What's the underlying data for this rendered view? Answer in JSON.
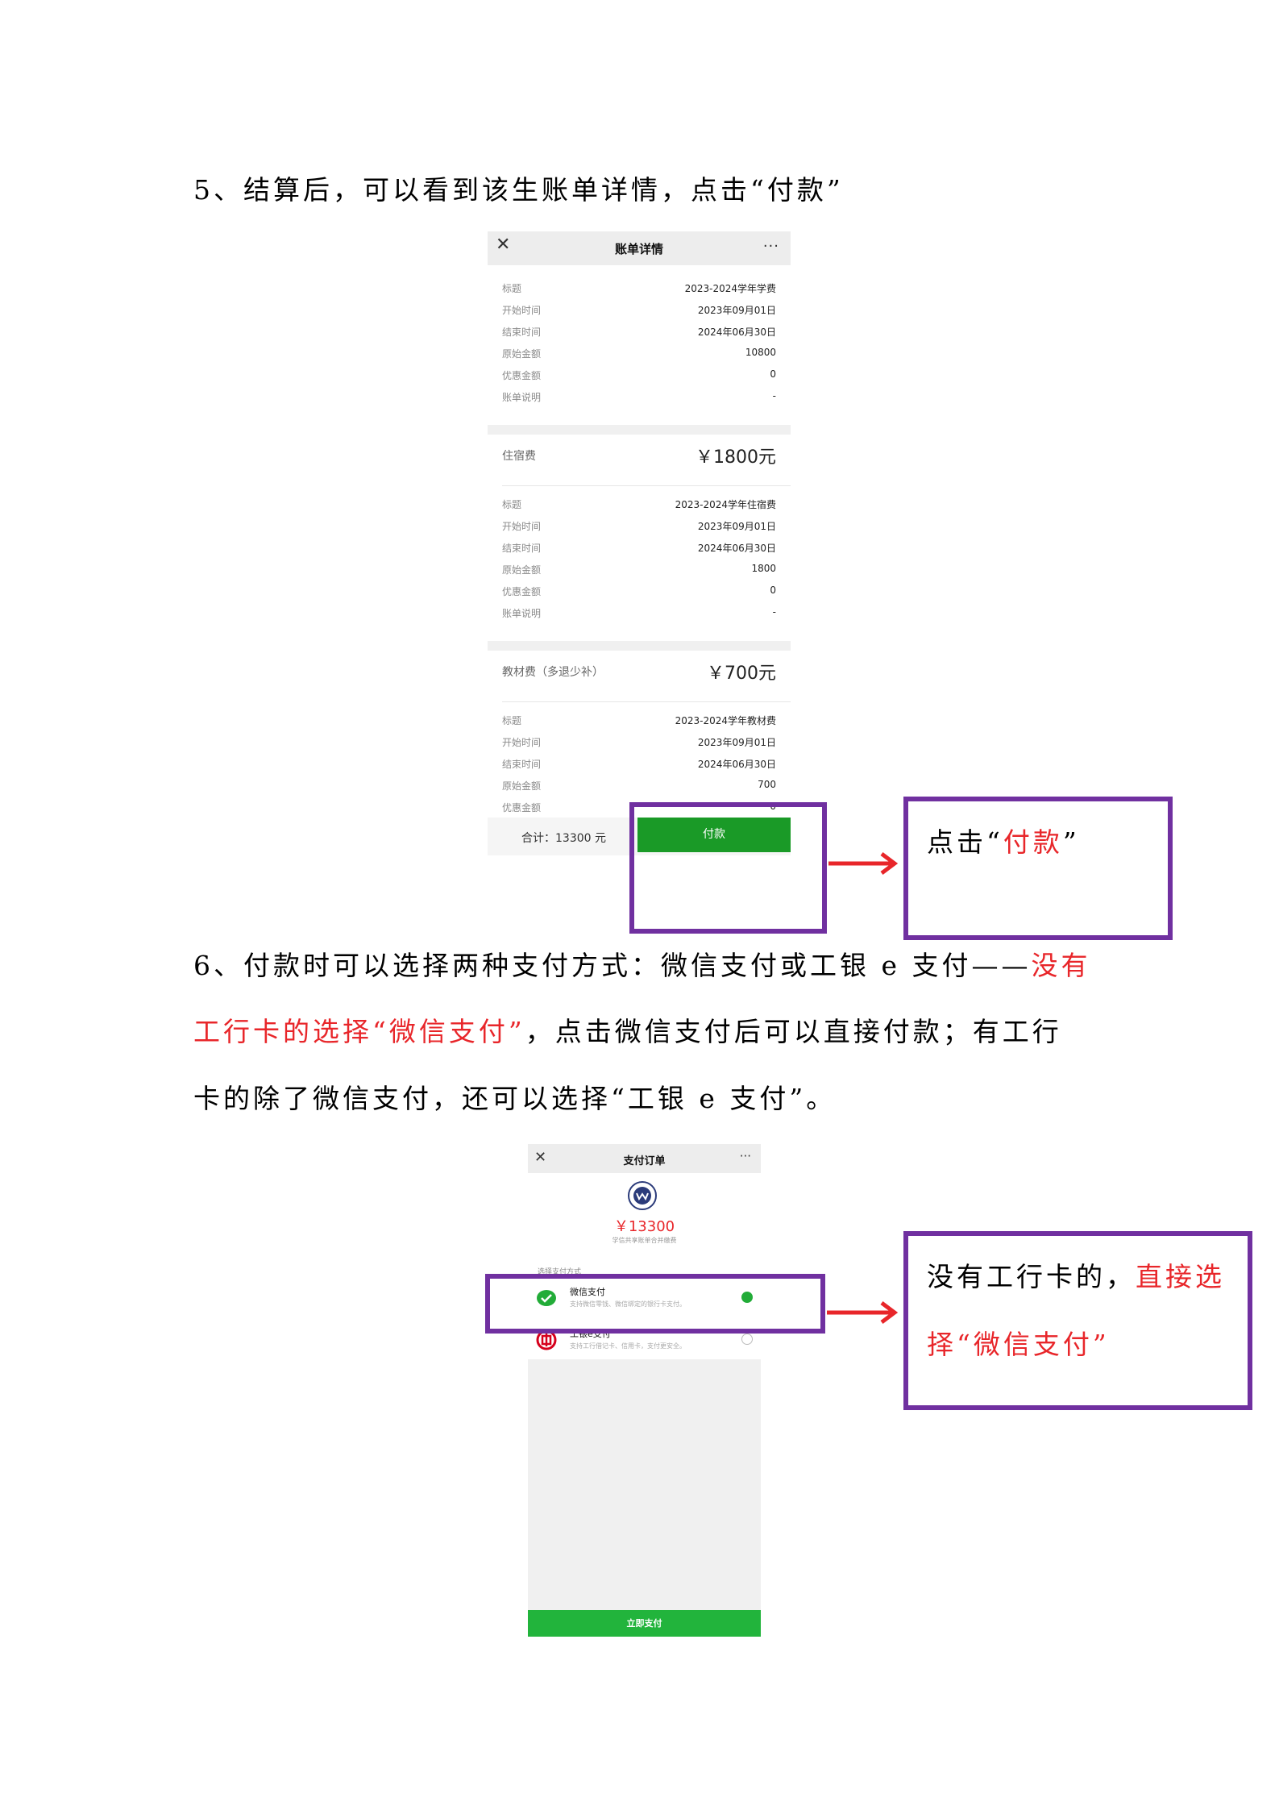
{
  "step5": {
    "text": "5、结算后，可以看到该生账单详情，点击“付款”"
  },
  "bill": {
    "title": "账单详情",
    "close_icon": "✕",
    "more_icon": "···",
    "section1": {
      "rows": [
        {
          "label": "标题",
          "value": "2023-2024学年学费"
        },
        {
          "label": "开始时间",
          "value": "2023年09月01日"
        },
        {
          "label": "结束时间",
          "value": "2024年06月30日"
        },
        {
          "label": "原始金额",
          "value": "10800"
        },
        {
          "label": "优惠金额",
          "value": "0"
        },
        {
          "label": "账单说明",
          "value": "-"
        }
      ]
    },
    "section2": {
      "name": "住宿费",
      "amount": "￥1800元",
      "rows": [
        {
          "label": "标题",
          "value": "2023-2024学年住宿费"
        },
        {
          "label": "开始时间",
          "value": "2023年09月01日"
        },
        {
          "label": "结束时间",
          "value": "2024年06月30日"
        },
        {
          "label": "原始金额",
          "value": "1800"
        },
        {
          "label": "优惠金额",
          "value": "0"
        },
        {
          "label": "账单说明",
          "value": "-"
        }
      ]
    },
    "section3": {
      "name": "教材费（多退少补）",
      "amount": "￥700元",
      "rows": [
        {
          "label": "标题",
          "value": "2023-2024学年教材费"
        },
        {
          "label": "开始时间",
          "value": "2023年09月01日"
        },
        {
          "label": "结束时间",
          "value": "2024年06月30日"
        },
        {
          "label": "原始金额",
          "value": "700"
        },
        {
          "label": "优惠金额",
          "value": "0"
        }
      ]
    },
    "total": "合计：13300 元",
    "pay_button": "付款"
  },
  "note1": {
    "pre": "点击“",
    "red": "付款",
    "post": "”"
  },
  "step6": {
    "line1_pre": "6、付款时可以选择两种支付方式：微信支付或工银 e 支付——",
    "line1_red": "没有",
    "line2_red": "工行卡的选择“微信支付”",
    "line2_post": "，点击微信支付后可以直接付款；有工行",
    "line3": "卡的除了微信支付，还可以选择“工银 e 支付”。"
  },
  "order": {
    "title": "支付订单",
    "close_icon": "✕",
    "more_icon": "···",
    "amount": "￥13300",
    "sub": "学信共享账单合并缴费",
    "method_title": "选择支付方式",
    "methods": [
      {
        "name": "微信支付",
        "desc": "支持微信零钱、微信绑定的银行卡支付。",
        "icon": "wechat-pay-icon",
        "selected": true
      },
      {
        "name": "工银e支付",
        "desc": "支持工行借记卡、信用卡，支付更安全。",
        "icon": "icbc-icon",
        "selected": false
      }
    ],
    "pay_now": "立即支付"
  },
  "note2": {
    "line1_pre": "没有工行卡的，",
    "line1_red": "直接选",
    "line2_red": "择“微信支付”"
  },
  "colors": {
    "accent_purple": "#7030a0",
    "arrow_red": "#e8262a",
    "pay_green": "#1a9a27"
  }
}
